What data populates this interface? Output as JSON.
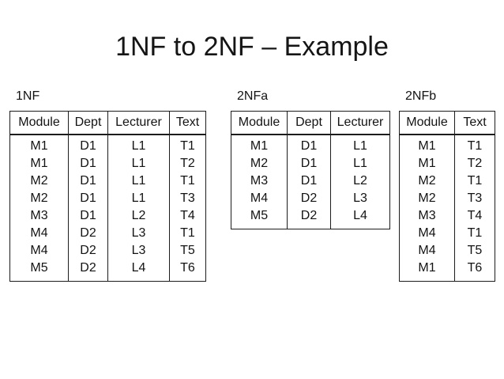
{
  "slide": {
    "title": "1NF to 2NF – Example"
  },
  "colors": {
    "background": "#ffffff",
    "text": "#131313",
    "border": "#1c1c1c"
  },
  "tables": [
    {
      "label": "1NF",
      "headers": [
        "Module",
        "Dept",
        "Lecturer",
        "Text"
      ],
      "rows": [
        [
          "M1",
          "D1",
          "L1",
          "T1"
        ],
        [
          "M1",
          "D1",
          "L1",
          "T2"
        ],
        [
          "M2",
          "D1",
          "L1",
          "T1"
        ],
        [
          "M2",
          "D1",
          "L1",
          "T3"
        ],
        [
          "M3",
          "D1",
          "L2",
          "T4"
        ],
        [
          "M4",
          "D2",
          "L3",
          "T1"
        ],
        [
          "M4",
          "D2",
          "L3",
          "T5"
        ],
        [
          "M5",
          "D2",
          "L4",
          "T6"
        ]
      ]
    },
    {
      "label": "2NFa",
      "headers": [
        "Module",
        "Dept",
        "Lecturer"
      ],
      "rows": [
        [
          "M1",
          "D1",
          "L1"
        ],
        [
          "M2",
          "D1",
          "L1"
        ],
        [
          "M3",
          "D1",
          "L2"
        ],
        [
          "M4",
          "D2",
          "L3"
        ],
        [
          "M5",
          "D2",
          "L4"
        ]
      ]
    },
    {
      "label": "2NFb",
      "headers": [
        "Module",
        "Text"
      ],
      "rows": [
        [
          "M1",
          "T1"
        ],
        [
          "M1",
          "T2"
        ],
        [
          "M2",
          "T1"
        ],
        [
          "M2",
          "T3"
        ],
        [
          "M3",
          "T4"
        ],
        [
          "M4",
          "T1"
        ],
        [
          "M4",
          "T5"
        ],
        [
          "M1",
          "T6"
        ]
      ]
    }
  ]
}
